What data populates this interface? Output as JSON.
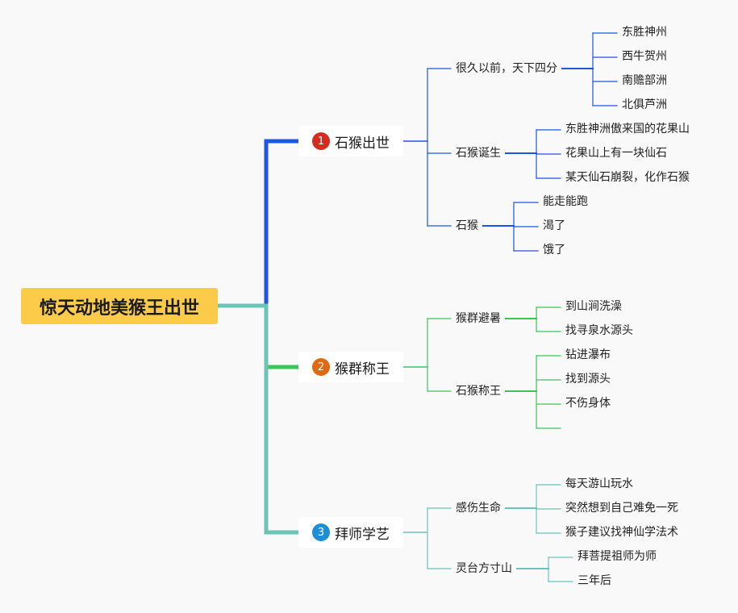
{
  "root": {
    "label": "惊天动地美猴王出世"
  },
  "branches": [
    {
      "badge": "1",
      "label": "石猴出世",
      "color": "#1f55e5",
      "badge_color": "#d62b1f",
      "children": [
        {
          "label": "很久以前，天下四分",
          "children": [
            "东胜神州",
            "西牛贺州",
            "南赡部洲",
            "北俱芦洲"
          ]
        },
        {
          "label": "石猴诞生",
          "children": [
            "东胜神洲傲来国的花果山",
            "花果山上有一块仙石",
            "某天仙石崩裂，化作石猴"
          ]
        },
        {
          "label": "石猴",
          "children": [
            "能走能跑",
            "渴了",
            "饿了"
          ]
        }
      ]
    },
    {
      "badge": "2",
      "label": "猴群称王",
      "color": "#3ec45a",
      "badge_color": "#e06a14",
      "children": [
        {
          "label": "猴群避暑",
          "children": [
            "到山涧洗澡",
            "找寻泉水源头"
          ]
        },
        {
          "label": "石猴称王",
          "children": [
            "钻进瀑布",
            "找到源头",
            "不伤身体",
            ""
          ]
        }
      ]
    },
    {
      "badge": "3",
      "label": "拜师学艺",
      "color": "#6cc4b6",
      "badge_color": "#1c8fd6",
      "children": [
        {
          "label": "感伤生命",
          "children": [
            "每天游山玩水",
            "突然想到自己难免一死",
            "猴子建议找神仙学法术"
          ]
        },
        {
          "label": "灵台方寸山",
          "children": [
            "拜菩提祖师为师",
            "三年后"
          ]
        }
      ]
    }
  ]
}
